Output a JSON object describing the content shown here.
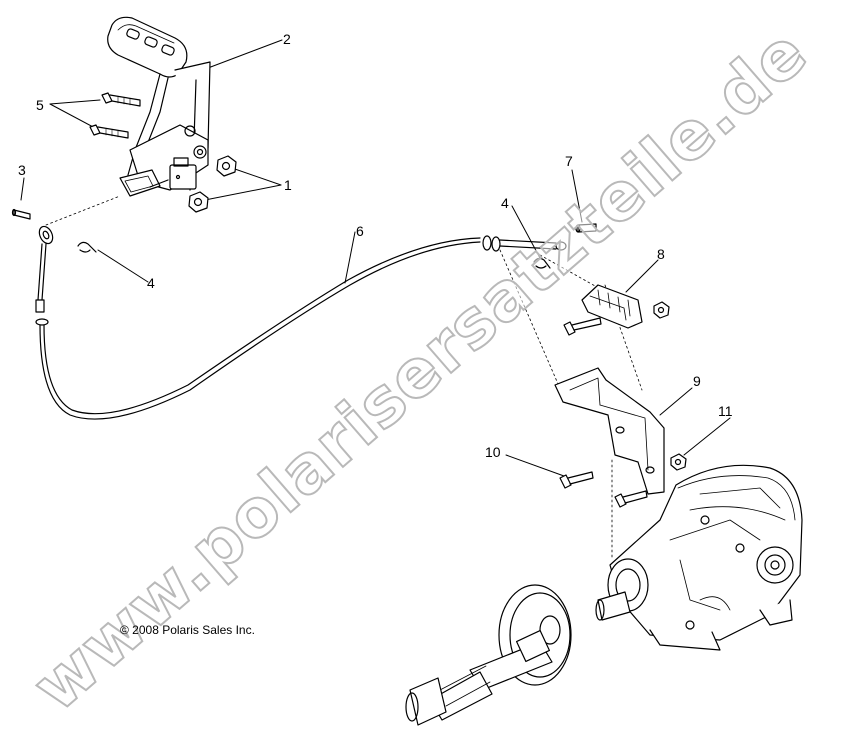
{
  "callouts": {
    "c1": "1",
    "c2": "2",
    "c3": "3",
    "c4a": "4",
    "c4b": "4",
    "c5": "5",
    "c6": "6",
    "c7": "7",
    "c8": "8",
    "c9": "9",
    "c10": "10",
    "c11": "11"
  },
  "copyright": "© 2008 Polaris Sales Inc.",
  "watermark": "www.polarisersatzteile.de",
  "colors": {
    "line": "#000000",
    "background": "#ffffff",
    "watermark_outline": "#b9b9b9"
  }
}
